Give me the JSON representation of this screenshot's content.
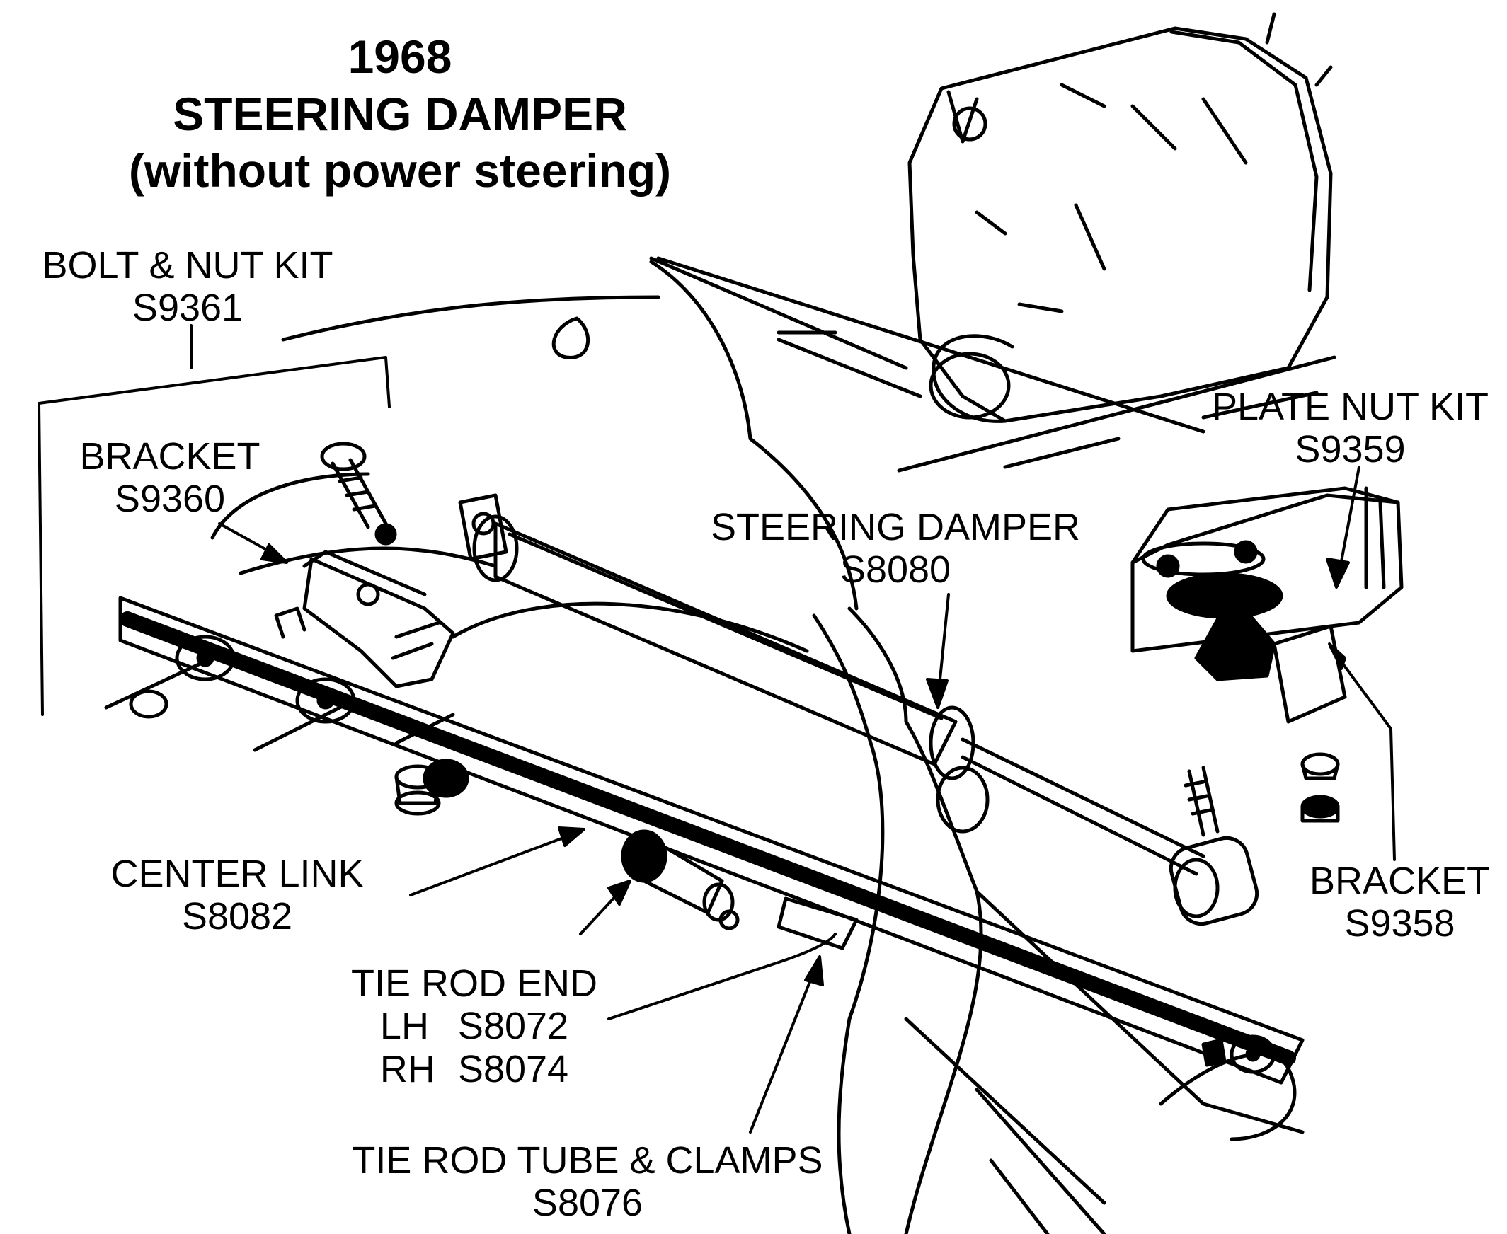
{
  "title": {
    "year": "1968",
    "name": "STEERING DAMPER",
    "note": "(without power steering)"
  },
  "labels": {
    "bolt_nut_kit": {
      "name": "BOLT & NUT KIT",
      "part": "S9361"
    },
    "bracket_left": {
      "name": "BRACKET",
      "part": "S9360"
    },
    "steering_damper": {
      "name": "STEERING DAMPER",
      "part": "S8080"
    },
    "plate_nut_kit": {
      "name": "PLATE NUT KIT",
      "part": "S9359"
    },
    "center_link": {
      "name": "CENTER LINK",
      "part": "S8082"
    },
    "tie_rod_end": {
      "name": "TIE ROD END",
      "lh_side": "LH",
      "lh_part": "S8072",
      "rh_side": "RH",
      "rh_part": "S8074"
    },
    "tie_rod_tube": {
      "name": "TIE ROD TUBE & CLAMPS",
      "part": "S8076"
    },
    "bracket_right": {
      "name": "BRACKET",
      "part": "S9358"
    }
  },
  "colors": {
    "ink": "#000000",
    "paper": "#ffffff"
  }
}
